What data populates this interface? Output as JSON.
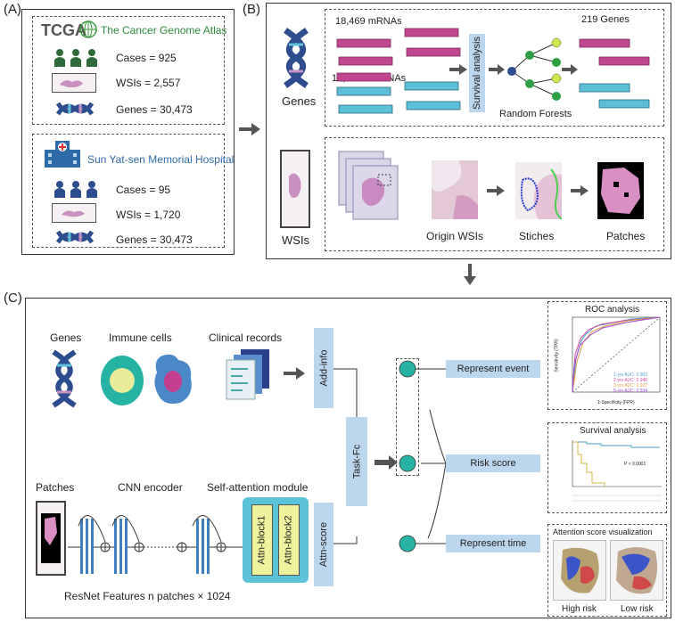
{
  "panel_a": {
    "label": "(A)",
    "tcga": {
      "logo_text": "TCGA",
      "title": "The Cancer Genome Atlas",
      "cases": "Cases = 925",
      "wsis": "WSIs = 2,557",
      "genes": "Genes = 30,473"
    },
    "sysu": {
      "title": "Sun Yat-sen Memorial Hospital",
      "cases": "Cases = 95",
      "wsis": "WSIs = 1,720",
      "genes": "Genes = 30,473"
    }
  },
  "panel_b": {
    "label": "(B)",
    "genes_label": "Genes",
    "wsis_label": "WSIs",
    "mrna": "18,469 mRNAs",
    "lncrna": "12,004 LncRNAs",
    "survival": "Survival analysis",
    "random_forests": "Random Forests",
    "result_genes": "219 Genes",
    "origin_wsis": "Origin WSIs",
    "stiches": "Stiches",
    "patches": "Patches"
  },
  "panel_c": {
    "label": "(C)",
    "genes": "Genes",
    "immune": "Immune cells",
    "clinical": "Clinical records",
    "patches": "Patches",
    "cnn": "CNN encoder",
    "selfattn": "Self-attention module",
    "attn1": "Attn-block1",
    "attn2": "Attn-block2",
    "resnet": "ResNet Features n patches × 1024",
    "add_info": "Add-info",
    "attn_score": "Attn-score",
    "task_fc": "Task-Fc",
    "represent_event": "Represent event",
    "risk_score": "Risk score",
    "represent_time": "Represent time",
    "roc_title": "ROC analysis",
    "roc_xlabel": "1-Specificity (FPR)",
    "roc_ylabel": "Sensitivity (TPR)",
    "roc_legend": [
      "1-yrs AUC: 0.903",
      "2-yrs AUC: 0.940",
      "3-yrs AUC: 0.937",
      "5-yrs AUC: 0.934"
    ],
    "surv_title": "Survival analysis",
    "surv_p": "P < 0.0001",
    "attn_title": "Attention score visualization",
    "high_risk": "High risk",
    "low_risk": "Low risk"
  },
  "colors": {
    "mrna": "#c0468f",
    "lncrna": "#5bc0d8",
    "teal": "#1fa5a5",
    "vbox": "#bcd6ee",
    "dna_blue": "#2e4d8f",
    "node_green": "#2ea043"
  }
}
